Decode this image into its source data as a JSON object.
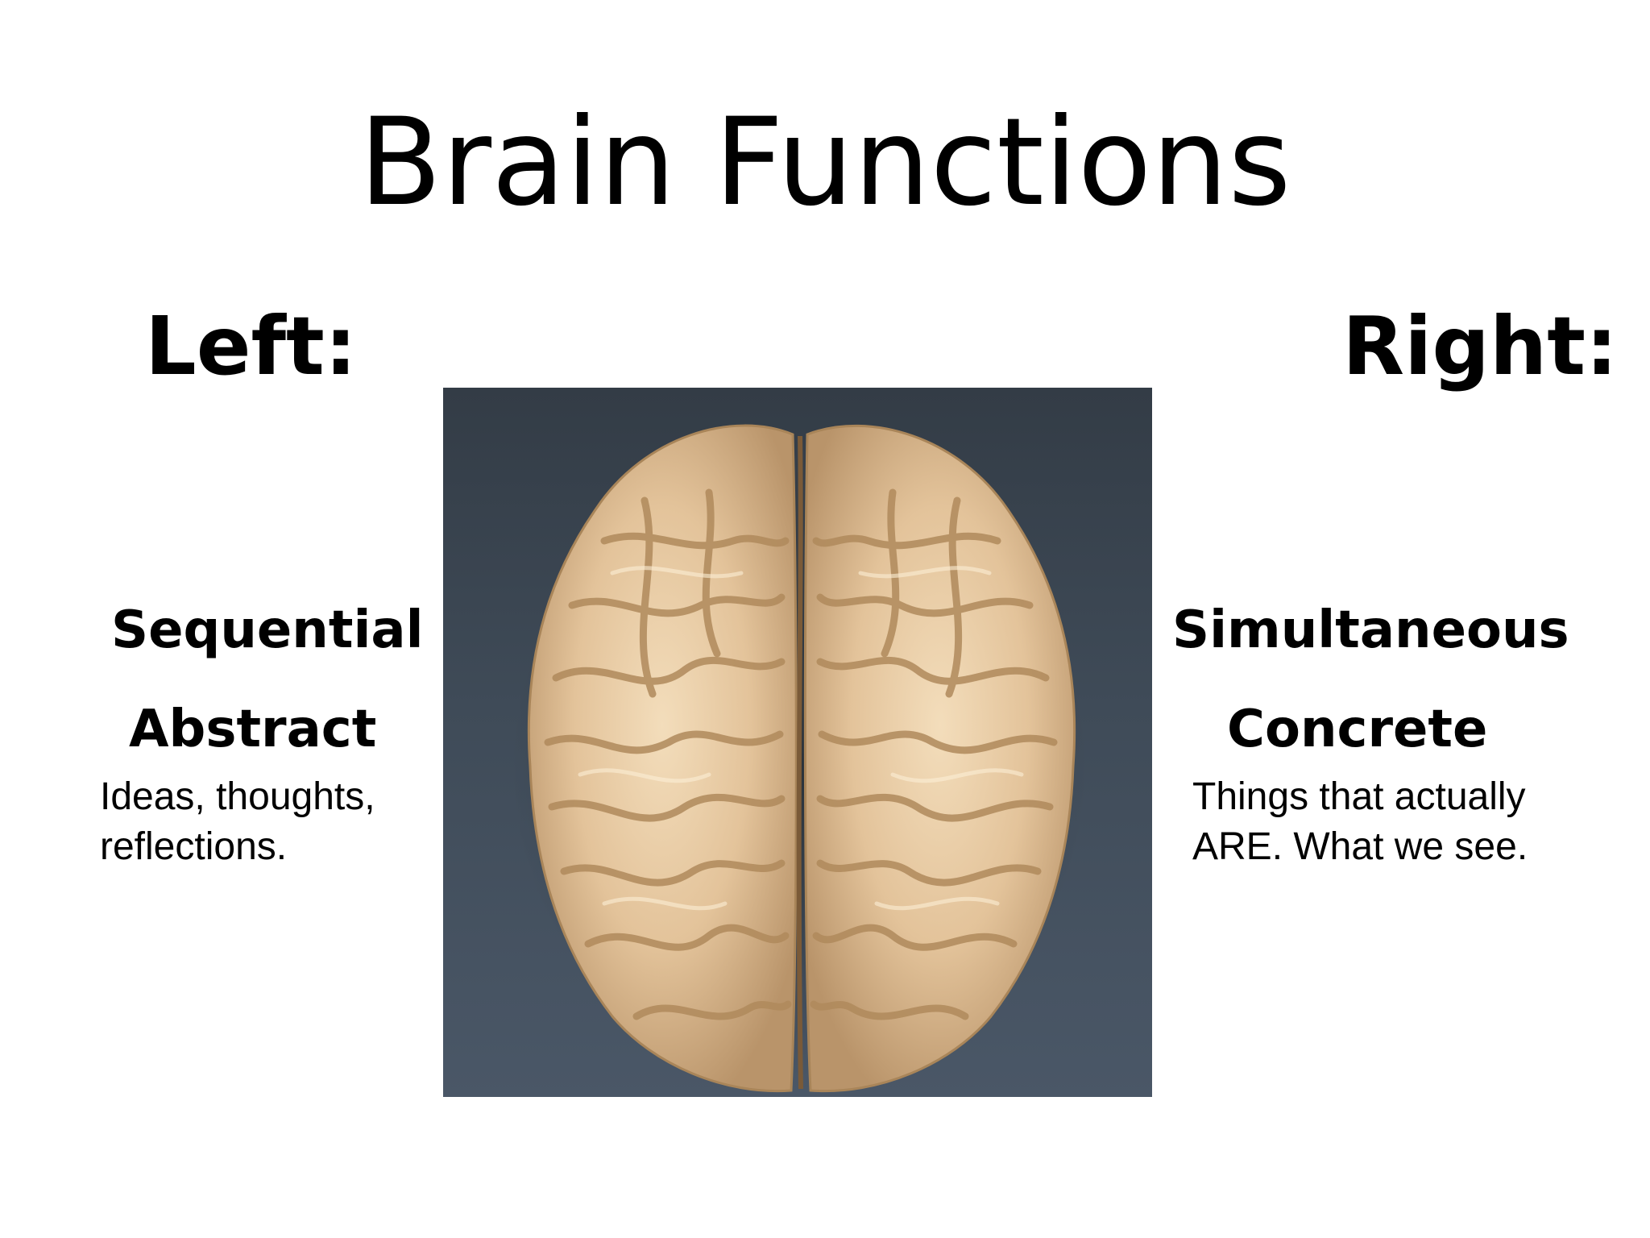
{
  "slide": {
    "title": "Brain Functions",
    "left": {
      "heading": "Left:",
      "terms": [
        "Sequential",
        "Abstract"
      ],
      "description": "Ideas, thoughts, reflections."
    },
    "right": {
      "heading": "Right:",
      "terms": [
        "Simultaneous",
        "Concrete"
      ],
      "description": "Things that actually ARE. What we see."
    }
  },
  "image": {
    "subject": "brain-top-view",
    "background_color": "#3d4854",
    "brain_color": "#e3c39a"
  }
}
